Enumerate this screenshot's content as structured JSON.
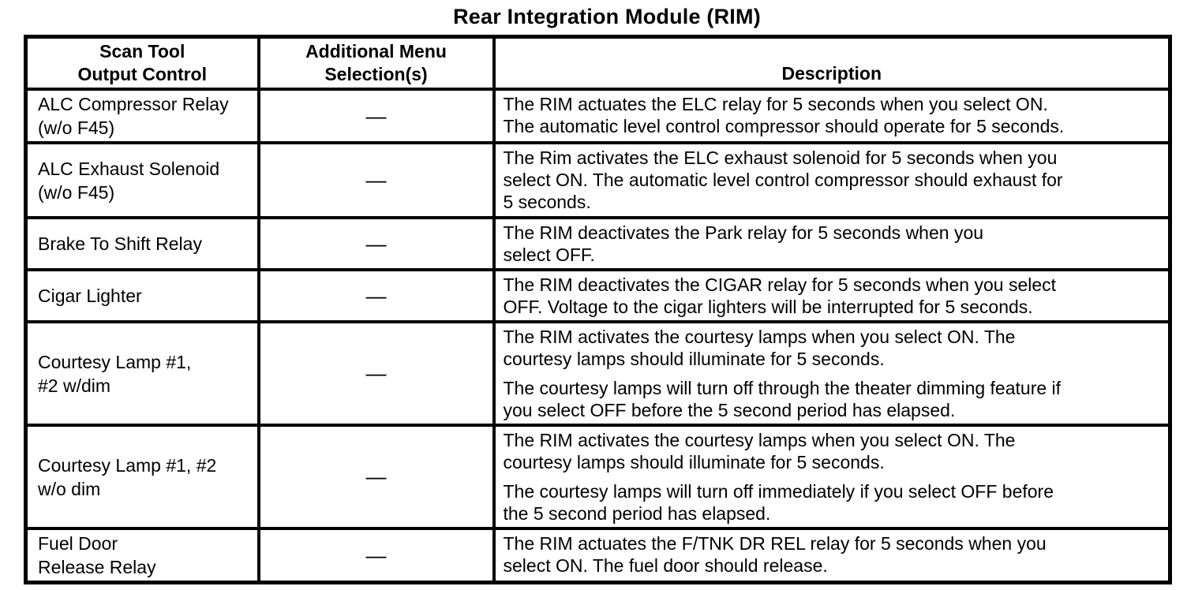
{
  "page_title": "Rear Integration Module (RIM)",
  "table": {
    "columns": {
      "scan_tool": "Scan Tool\nOutput Control",
      "additional_menu": "Additional Menu\nSelection(s)",
      "description": "Description"
    },
    "rows": [
      {
        "control": "ALC Compressor Relay\n(w/o F45)",
        "menu": "—",
        "description": [
          "The RIM actuates the ELC relay for 5 seconds when you select ON.\nThe automatic level control compressor should operate for 5 seconds."
        ]
      },
      {
        "control": "ALC Exhaust Solenoid\n(w/o F45)",
        "menu": "—",
        "description": [
          "The Rim activates the ELC exhaust solenoid for 5 seconds when you\nselect ON. The automatic level control compressor should exhaust for\n5 seconds."
        ]
      },
      {
        "control": "Brake To Shift Relay",
        "menu": "—",
        "description": [
          "The RIM deactivates the Park relay for 5 seconds when you\nselect OFF."
        ]
      },
      {
        "control": "Cigar Lighter",
        "menu": "—",
        "description": [
          "The RIM deactivates the CIGAR relay for 5 seconds when you select\nOFF. Voltage to the cigar lighters will be interrupted for 5 seconds."
        ]
      },
      {
        "control": "Courtesy Lamp #1,\n#2 w/dim",
        "menu": "—",
        "description": [
          "The RIM activates the courtesy lamps when you select ON. The\ncourtesy lamps should illuminate for 5 seconds.",
          "The courtesy lamps will turn off through the theater dimming feature if\nyou select OFF before the 5 second period has elapsed."
        ]
      },
      {
        "control": "Courtesy Lamp #1, #2\nw/o dim",
        "menu": "—",
        "description": [
          "The RIM activates the courtesy lamps when you select ON. The\ncourtesy lamps should illuminate for 5 seconds.",
          "The courtesy lamps will turn off immediately if you select OFF before\nthe 5 second period has elapsed."
        ]
      },
      {
        "control": "Fuel Door\nRelease Relay",
        "menu": "—",
        "description": [
          "The RIM actuates the F/TNK DR REL relay for 5 seconds when you\nselect ON. The fuel door should release."
        ]
      }
    ]
  }
}
